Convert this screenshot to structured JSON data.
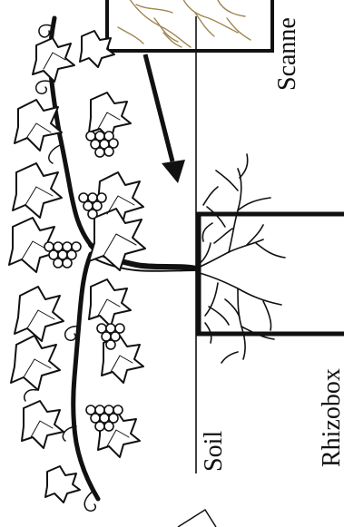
{
  "labels": {
    "scanner": "Scanne",
    "soil": "Soil",
    "rhizobox": "Rhizobox"
  },
  "colors": {
    "ink": "#111111",
    "root_sketch": "#a08652",
    "background": "#ffffff"
  },
  "icons": {
    "arrow": "arrow-icon",
    "vine": "grapevine-icon",
    "roots": "roots-icon"
  }
}
